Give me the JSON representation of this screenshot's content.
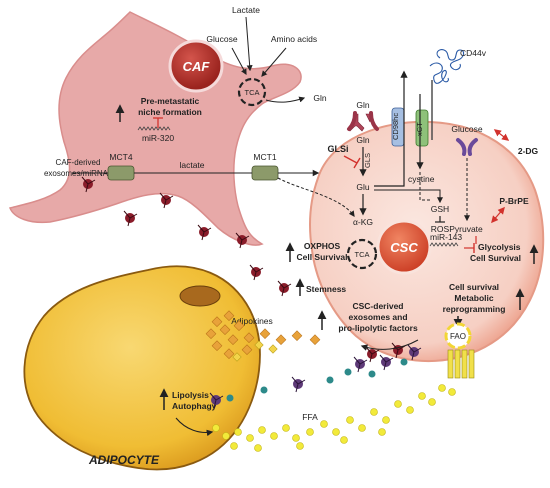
{
  "caf": {
    "title": "CAF",
    "metabolites": {
      "lactate": "Lactate",
      "glucose": "Glucose",
      "amino_acids": "Amino acids"
    },
    "tca": "TCA",
    "gln_out": "Gln",
    "premetastatic_line1": "Pre-metastatic",
    "premetastatic_line2": "niche formation",
    "mirna": "miR-320",
    "exosomes_line1": "CAF-derived",
    "exosomes_line2": "exosomes/miRNAs",
    "mct4": "MCT4"
  },
  "transport": {
    "lactate": "lactate",
    "mct1": "MCT1"
  },
  "csc": {
    "title": "CSC",
    "cd44v": "CD44v",
    "cd98hc": "CD98hc",
    "xct": "xCT",
    "gln_top": "Gln",
    "gln_inner": "Gln",
    "glsi": "GLSi",
    "gls": "GLS",
    "glu": "Glu",
    "cystine": "cystine",
    "gsh": "GSH",
    "ros": "ROS",
    "akg": "α-KG",
    "tca": "TCA",
    "oxphos_line1": "OXPHOS",
    "oxphos_line2": "Cell Survival",
    "glucose": "Glucose",
    "two_dg": "2-DG",
    "pbrpe": "P-BrPE",
    "pyruvate": "Pyruvate",
    "mir143": "miR-143",
    "glycolysis_line1": "Glycolysis",
    "glycolysis_line2": "Cell Survival",
    "stemness": "Stemness",
    "survival_line1": "Cell survival",
    "survival_line2": "Metabolic",
    "survival_line3": "reprogramming",
    "fao": "FAO",
    "exosomes_line1": "CSC-derived",
    "exosomes_line2": "exosomes and",
    "exosomes_line3": "pro-lipolytic factors"
  },
  "adipocyte": {
    "title": "ADIPOCYTE",
    "adipokines": "Adipokines",
    "lipolysis": "Lipolysis",
    "autophagy": "Autophagy",
    "ffa": "FFA"
  },
  "colors": {
    "caf_fill": "#e8a8a8",
    "caf_nucleus": "#b5312a",
    "csc_fill": "#f7d3c9",
    "csc_nucleus": "#e25a3c",
    "adipocyte_fill": "#f2c23a",
    "inhibition_red": "#d2322d",
    "exosome_maroon": "#8a1c2a",
    "exosome_purple": "#5e3a78",
    "exosome_teal": "#2d8a8a",
    "adipokine_orange": "#e8a23a",
    "ffa_yellow": "#f0e636"
  }
}
